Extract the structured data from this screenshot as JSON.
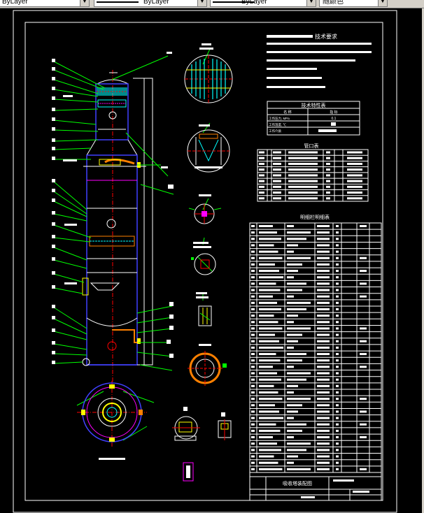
{
  "toolbar": {
    "layer_combo": {
      "value": "ByLayer"
    },
    "linetype_combo": {
      "value": "ByLayer"
    },
    "lineweight_combo": {
      "value": "ByLayer"
    },
    "color_combo": {
      "value": "随颜色"
    }
  },
  "drawing": {
    "tech_requirements": {
      "title": "技术要求",
      "line_count": 6
    },
    "tech_characteristics": {
      "title": "技术特性表",
      "header": [
        "名 称",
        "指 标"
      ],
      "rows": [
        {
          "label": "工作压力, MPa",
          "value": "0.1"
        },
        {
          "label": "工作温度, ℃",
          "value": ""
        },
        {
          "label": "工作介质",
          "value": ""
        }
      ]
    },
    "nozzle_table": {
      "title": "管口表",
      "row_count": 9
    },
    "parts_table": {
      "title": "明细栏明细表",
      "row_count": 39
    },
    "title_block": {
      "name": "吸收塔装配图"
    }
  },
  "colors": {
    "background": "#000000",
    "leader_green": "#00ff00",
    "outline_white": "#ffffff",
    "equipment_blue": "#4040ff",
    "cyan": "#00ffff",
    "red": "#ff0000",
    "magenta": "#ff00ff",
    "yellow": "#ffff00",
    "orange": "#ff8000"
  }
}
